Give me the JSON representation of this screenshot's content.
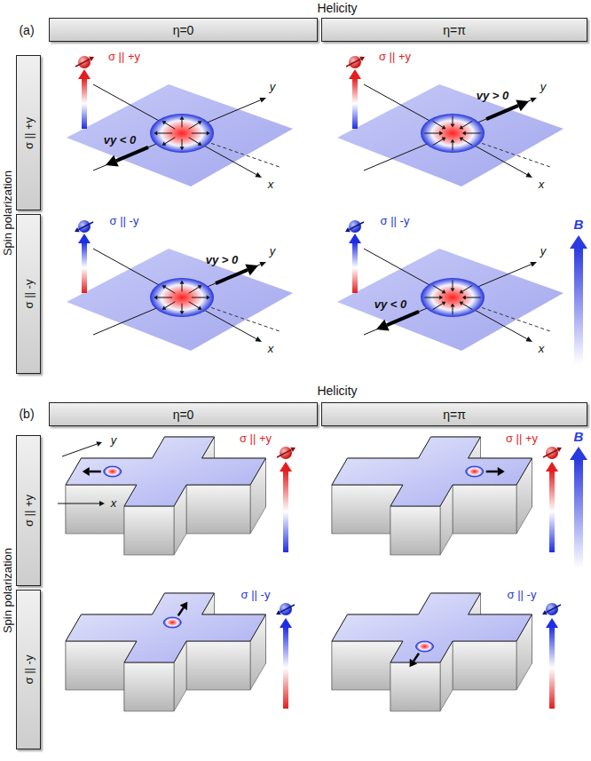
{
  "diagram": {
    "nodes": [
      {
        "text": [
          "η=0"
        ]
      },
      {
        "text": [
          "η=π"
        ]
      },
      {
        "text": [
          "σ || +y"
        ]
      },
      {
        "text": [
          "σ || -y"
        ]
      },
      {
        "text": [
          "η=0"
        ]
      },
      {
        "text": [
          "η=π"
        ]
      },
      {
        "text": [
          "σ || +y"
        ]
      },
      {
        "text": [
          "σ || -y"
        ]
      }
    ],
    "labels": [
      "Helicity",
      "(a)",
      "Spin polarization",
      "σ || +y",
      "vy < 0",
      "x",
      "y",
      "σ || +y",
      "vy > 0",
      "x",
      "y",
      "σ || -y",
      "vy > 0",
      "x",
      "y",
      "σ || -y",
      "vy < 0",
      "x",
      "y",
      "B",
      "Helicity",
      "(b)",
      "Spin polarization",
      "y",
      "x",
      "σ || +y",
      "σ || +y",
      "σ || -y",
      "σ || -y",
      "B"
    ]
  }
}
